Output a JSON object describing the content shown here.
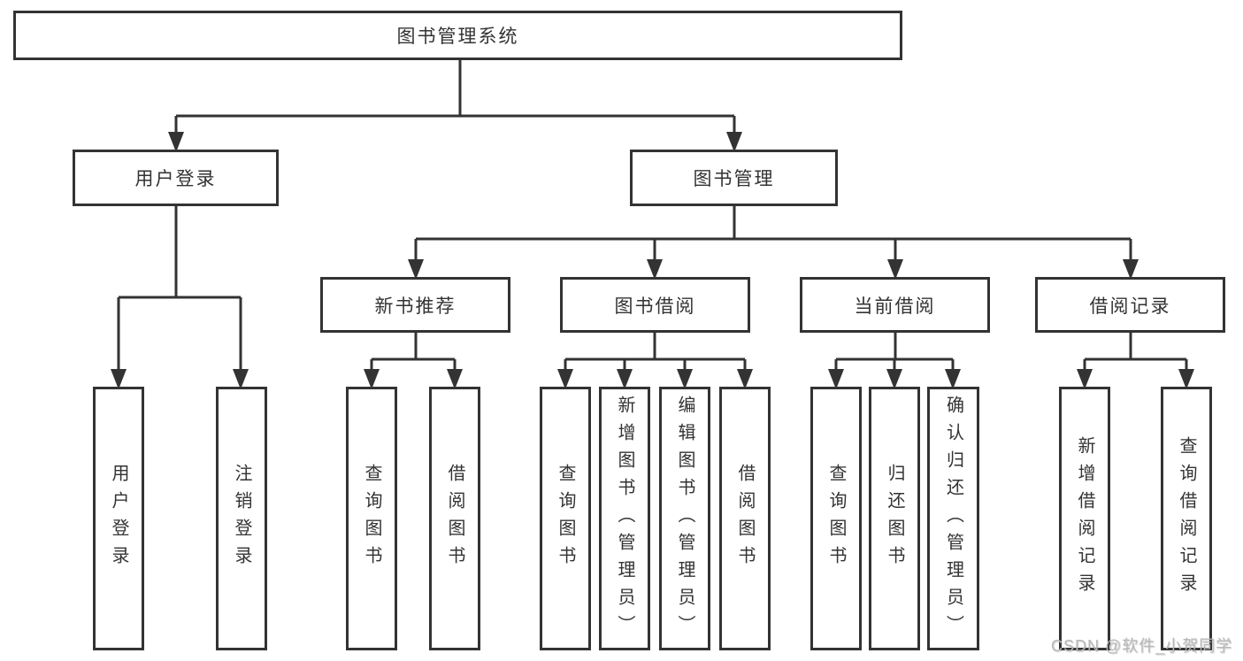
{
  "tree": {
    "root": {
      "label": "图书管理系统"
    },
    "branches": [
      {
        "label": "用户登录",
        "children": [
          {
            "label": "用户登录"
          },
          {
            "label": "注销登录"
          }
        ]
      },
      {
        "label": "图书管理",
        "children": [
          {
            "label": "新书推荐",
            "children": [
              {
                "label": "查询图书"
              },
              {
                "label": "借阅图书"
              }
            ]
          },
          {
            "label": "图书借阅",
            "children": [
              {
                "label": "查询图书"
              },
              {
                "label": "新增图书（管理员）"
              },
              {
                "label": "编辑图书（管理员）"
              },
              {
                "label": "借阅图书"
              }
            ]
          },
          {
            "label": "当前借阅",
            "children": [
              {
                "label": "查询图书"
              },
              {
                "label": "归还图书"
              },
              {
                "label": "确认归还（管理员）"
              }
            ]
          },
          {
            "label": "借阅记录",
            "children": [
              {
                "label": "新增借阅记录"
              },
              {
                "label": "查询借阅记录"
              }
            ]
          }
        ]
      }
    ]
  },
  "watermark": "CSDN @软件_小贺同学",
  "colors": {
    "line": "#333333",
    "box_border": "#333333",
    "text": "#333333",
    "watermark_text": "#b8b8b8"
  }
}
